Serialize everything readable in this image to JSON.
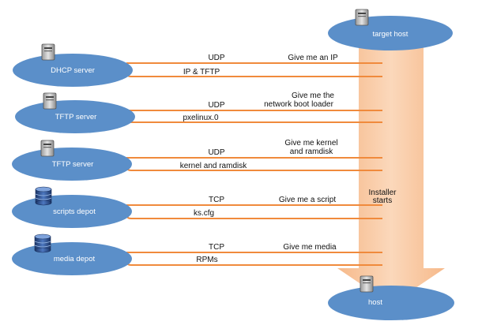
{
  "colors": {
    "node_fill": "#5b8fc9",
    "arrow": "#f08a3c",
    "big_arrow": "#f8c9a2",
    "server_body": "#cfcfcf",
    "db_body": "#2d4f8e"
  },
  "target": {
    "label": "target host",
    "icon": "server-icon"
  },
  "host": {
    "label": "host",
    "icon": "server-icon"
  },
  "installer": {
    "line1": "Installer",
    "line2": "starts"
  },
  "nodes": [
    {
      "label": "DHCP server",
      "icon": "server-icon",
      "request": {
        "protocol": "UDP",
        "lines": [
          "Give me an IP"
        ]
      },
      "reply": "IP & TFTP"
    },
    {
      "label": "TFTP server",
      "icon": "server-icon",
      "request": {
        "protocol": "UDP",
        "lines": [
          "Give me the",
          "network boot loader"
        ]
      },
      "reply": "pxelinux.0"
    },
    {
      "label": "TFTP server",
      "icon": "server-icon",
      "request": {
        "protocol": "UDP",
        "lines": [
          "Give me kernel",
          "and ramdisk"
        ]
      },
      "reply": "kernel and ramdisk"
    },
    {
      "label": "scripts depot",
      "icon": "database-icon",
      "request": {
        "protocol": "TCP",
        "lines": [
          "Give me a script"
        ]
      },
      "reply": "ks.cfg"
    },
    {
      "label": "media depot",
      "icon": "database-icon",
      "request": {
        "protocol": "TCP",
        "lines": [
          "Give me media"
        ]
      },
      "reply": "RPMs"
    }
  ]
}
